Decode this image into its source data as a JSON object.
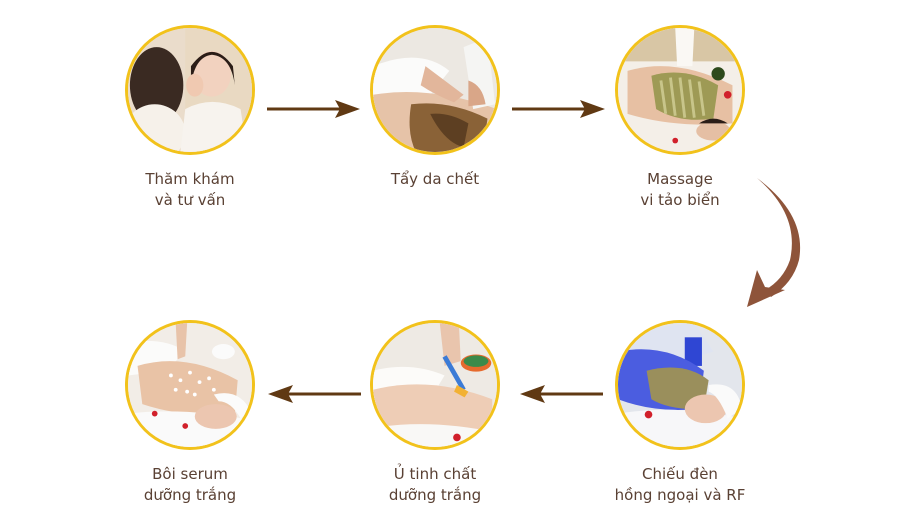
{
  "colors": {
    "ring": "#f2c21b",
    "arrow": "#603913",
    "curved_arrow": "#8e543a",
    "label_text": "#5a4134"
  },
  "steps": [
    {
      "id": 1,
      "label": "Thăm khám\nvà tư vấn",
      "image": "consultation-photo"
    },
    {
      "id": 2,
      "label": "Tẩy da chết",
      "image": "exfoliation-photo"
    },
    {
      "id": 3,
      "label": "Massage\nvi tảo biển",
      "image": "seaweed-massage-photo"
    },
    {
      "id": 4,
      "label": "Chiếu đèn\nhồng ngoại và RF",
      "image": "infrared-rf-light-photo"
    },
    {
      "id": 5,
      "label": "Ủ tinh chất\ndưỡng trắng",
      "image": "whitening-essence-photo"
    },
    {
      "id": 6,
      "label": "Bôi serum\ndưỡng trắng",
      "image": "serum-application-photo"
    }
  ],
  "arrows": [
    {
      "from": 1,
      "to": 2,
      "direction": "right"
    },
    {
      "from": 2,
      "to": 3,
      "direction": "right"
    },
    {
      "from": 3,
      "to": 4,
      "direction": "curved-down"
    },
    {
      "from": 4,
      "to": 5,
      "direction": "left"
    },
    {
      "from": 5,
      "to": 6,
      "direction": "left"
    }
  ]
}
